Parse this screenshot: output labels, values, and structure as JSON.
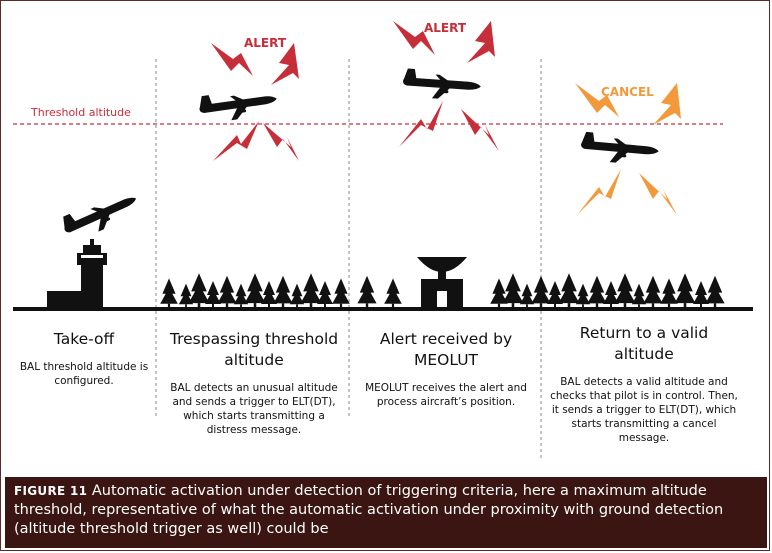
{
  "figure": {
    "label": "FIGURE 11",
    "caption": "Automatic activation under detection of triggering criteria, here a maximum altitude threshold, representative of what the automatic activation under proximity with ground detection (altitude threshold trigger as well) could be"
  },
  "threshold_label": "Threshold altitude",
  "signals": {
    "alert": "ALERT",
    "cancel": "CANCEL"
  },
  "colors": {
    "alert": "#c62e39",
    "cancel": "#f29a3b",
    "threshold_line": "#c62e39",
    "caption_bg": "#3a1512",
    "tree": "#111111"
  },
  "icons": [
    "airplane-icon",
    "control-tower-icon",
    "satellite-dish-icon",
    "tree-icon"
  ],
  "stages": [
    {
      "title": "Take-off",
      "description": "BAL threshold altitude is configured."
    },
    {
      "title": "Trespassing threshold altitude",
      "description": "BAL detects an unusual altitude and sends a trigger to ELT(DT), which starts transmitting a distress message."
    },
    {
      "title": "Alert received by MEOLUT",
      "description": "MEOLUT receives the alert and process aircraft’s position."
    },
    {
      "title": "Return to a valid altitude",
      "description": "BAL detects a valid altitude and checks that pilot is in control. Then, it sends a trigger to ELT(DT), which starts transmitting a cancel message."
    }
  ]
}
